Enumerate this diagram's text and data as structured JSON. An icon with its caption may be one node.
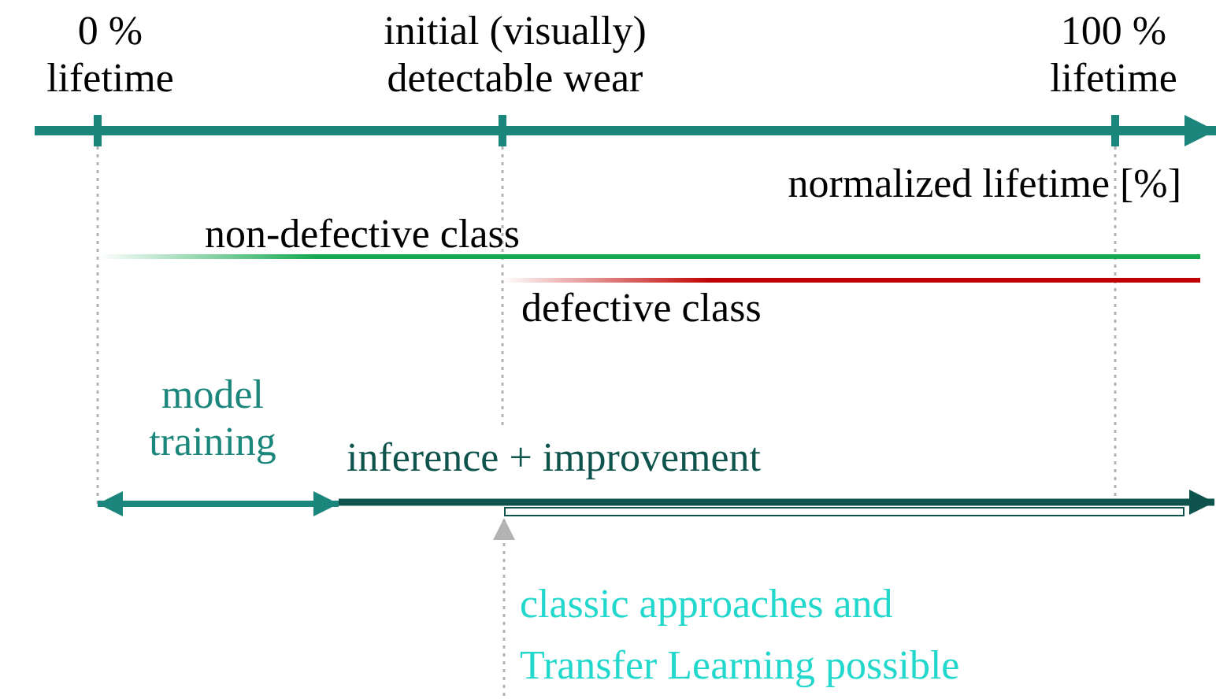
{
  "diagram": {
    "nodes": [
      {
        "text": [
          "classic approaches and Transfer Learning possible"
        ]
      },
      {
        "text": [],
        "shape": "bar"
      }
    ],
    "edges": [
      {
        "from": 0,
        "to": 1,
        "arrow": "to",
        "style": "dashed",
        "color": "#b3b3b3"
      }
    ],
    "labels": [
      "0 % lifetime",
      "initial (visually) detectable wear",
      "100 % lifetime",
      "normalized lifetime [%]",
      "non-defective class",
      "defective class",
      "model training",
      "inference + improvement"
    ]
  }
}
